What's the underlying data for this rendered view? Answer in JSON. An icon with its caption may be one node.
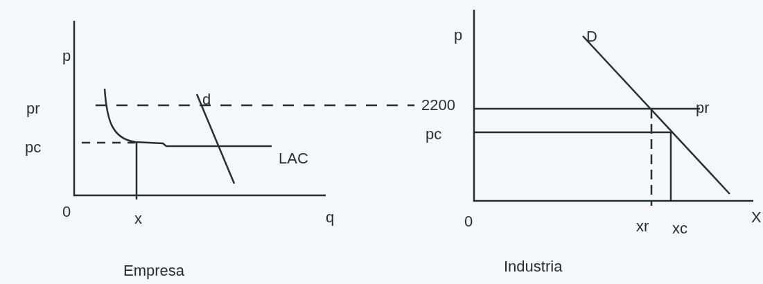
{
  "diagram": {
    "labels": [
      "p",
      "pr",
      "pc",
      "LAC",
      "d",
      "0",
      "x",
      "q",
      "Empresa",
      "p",
      "D",
      "2200",
      "pr",
      "pc",
      "0",
      "xr",
      "xc",
      "X",
      "Industria"
    ]
  }
}
